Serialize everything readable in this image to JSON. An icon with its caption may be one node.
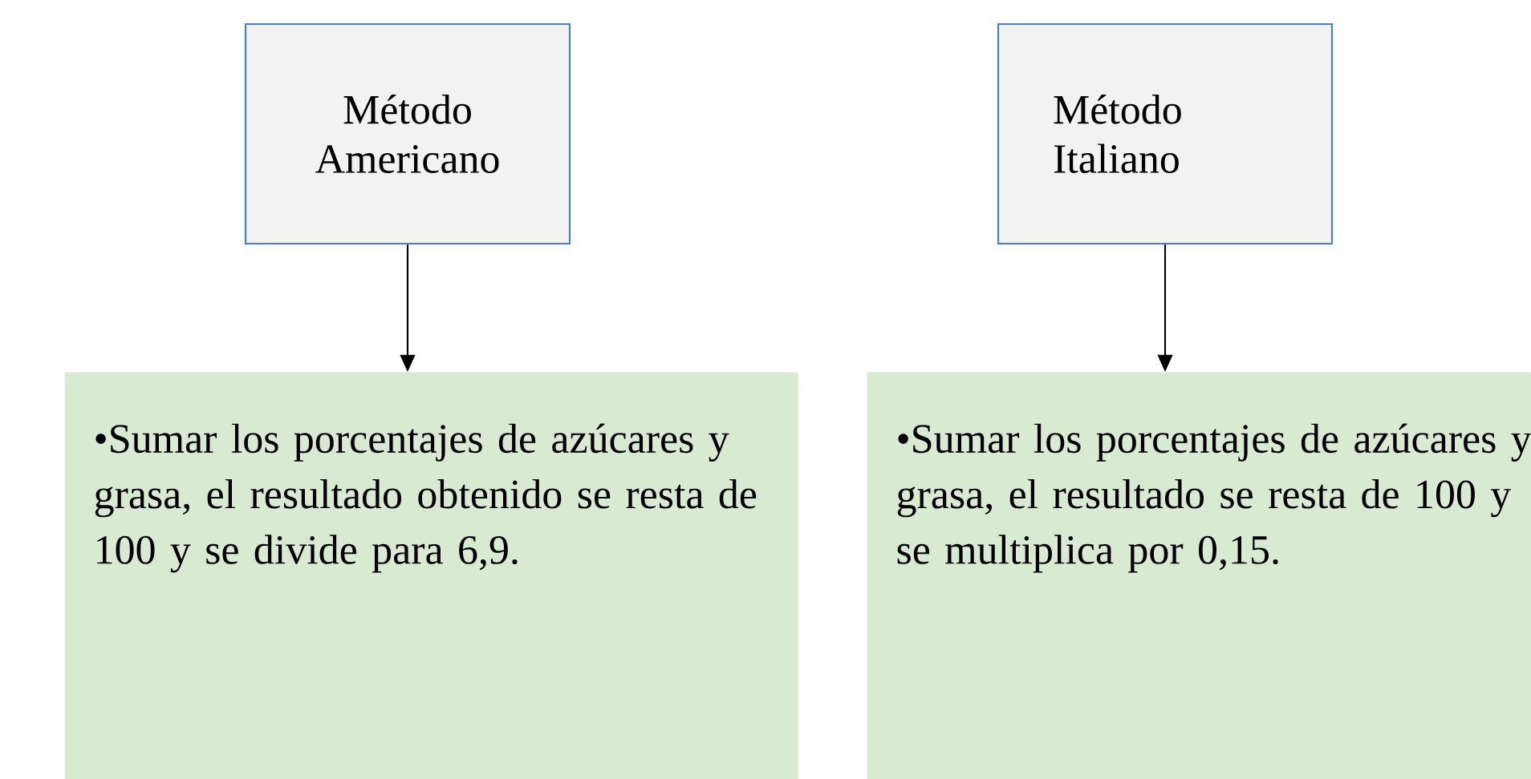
{
  "diagram": {
    "nodes": [
      {
        "text": [
          "Método Americano"
        ]
      },
      {
        "text": [
          "Método Italiano"
        ]
      },
      {
        "text": [
          "•Sumar los porcentajes de azúcares y grasa, el resultado obtenido se resta de 100 y se divide para 6,9."
        ]
      },
      {
        "text": [
          "•Sumar los porcentajes de azúcares y grasa, el resultado se resta de 100 y se multiplica por 0,15."
        ]
      }
    ],
    "edges": [
      {
        "from": 0,
        "to": 2,
        "arrow": "to"
      },
      {
        "from": 1,
        "to": 3,
        "arrow": "to"
      }
    ]
  }
}
